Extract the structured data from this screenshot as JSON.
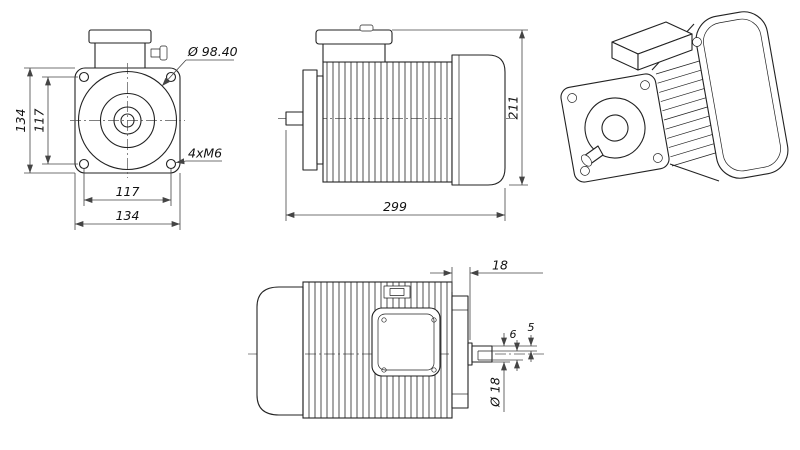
{
  "dims": {
    "front_height_outer": "134",
    "front_height_holes": "117",
    "front_width_holes": "117",
    "front_width_outer": "134",
    "front_spigot_diameter": "Ø 98.40",
    "front_mount_holes": "4xM6",
    "side_length": "299",
    "side_height": "211",
    "top_flange_offset": "18",
    "top_key_depth": "5",
    "top_key_width": "6",
    "top_shaft_diameter": "Ø 18"
  },
  "colors": {
    "line": "#222222",
    "dimension": "#444444",
    "background": "#ffffff"
  }
}
